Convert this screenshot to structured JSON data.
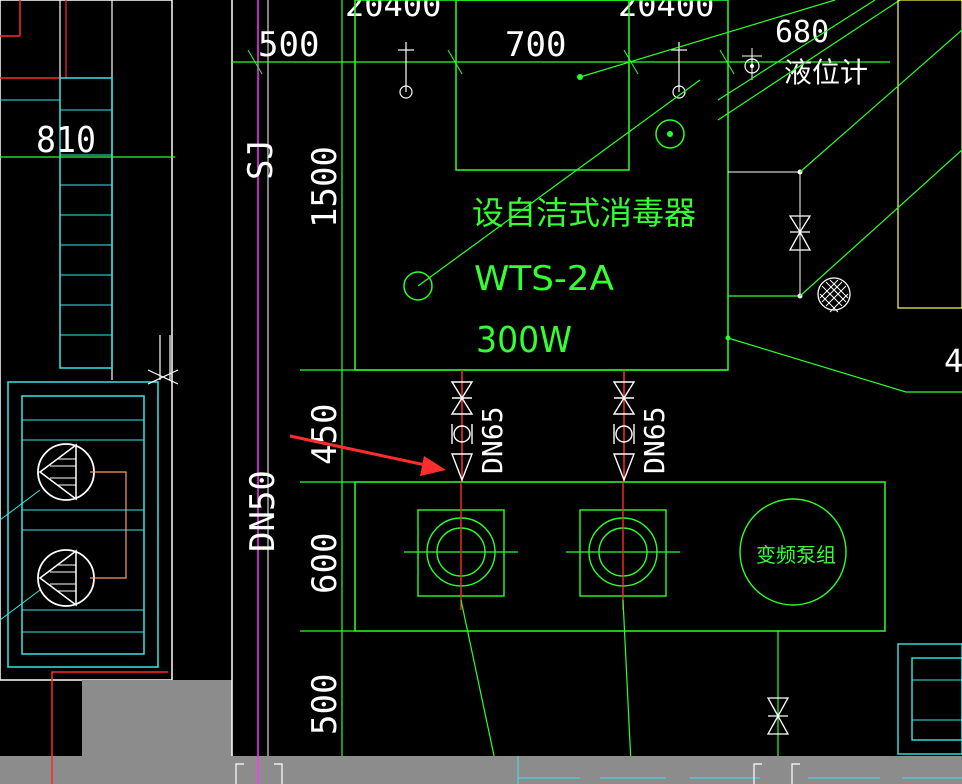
{
  "colors": {
    "background": "#000000",
    "green": "#2bff2b",
    "white": "#ffffff",
    "cyan": "#38e6e6",
    "magenta": "#ff33ff",
    "red": "#ff2a2a",
    "yellow": "#ffff55",
    "orange": "#ff9966",
    "gray": "#8c8c8c",
    "arrow": "#ff2d2d"
  },
  "dimensions": {
    "top_left": "500",
    "top_mid": "700",
    "top_right": "680",
    "top_partial_1": "20400",
    "top_partial_2": "20400",
    "left_block": "810",
    "vert_1500": "1500",
    "vert_450": "450",
    "vert_600": "600",
    "vert_500": "500",
    "right_edge_partial": "4"
  },
  "labels": {
    "sj": "SJ",
    "dn50": "DN50",
    "level_gauge": "液位计",
    "valve_dn65_left": "DN65",
    "valve_dn65_right": "DN65"
  },
  "disinfector": {
    "name": "设自洁式消毒器",
    "model": "WTS-2A",
    "power": "300W"
  },
  "pump_set": {
    "label": "变频泵组"
  }
}
